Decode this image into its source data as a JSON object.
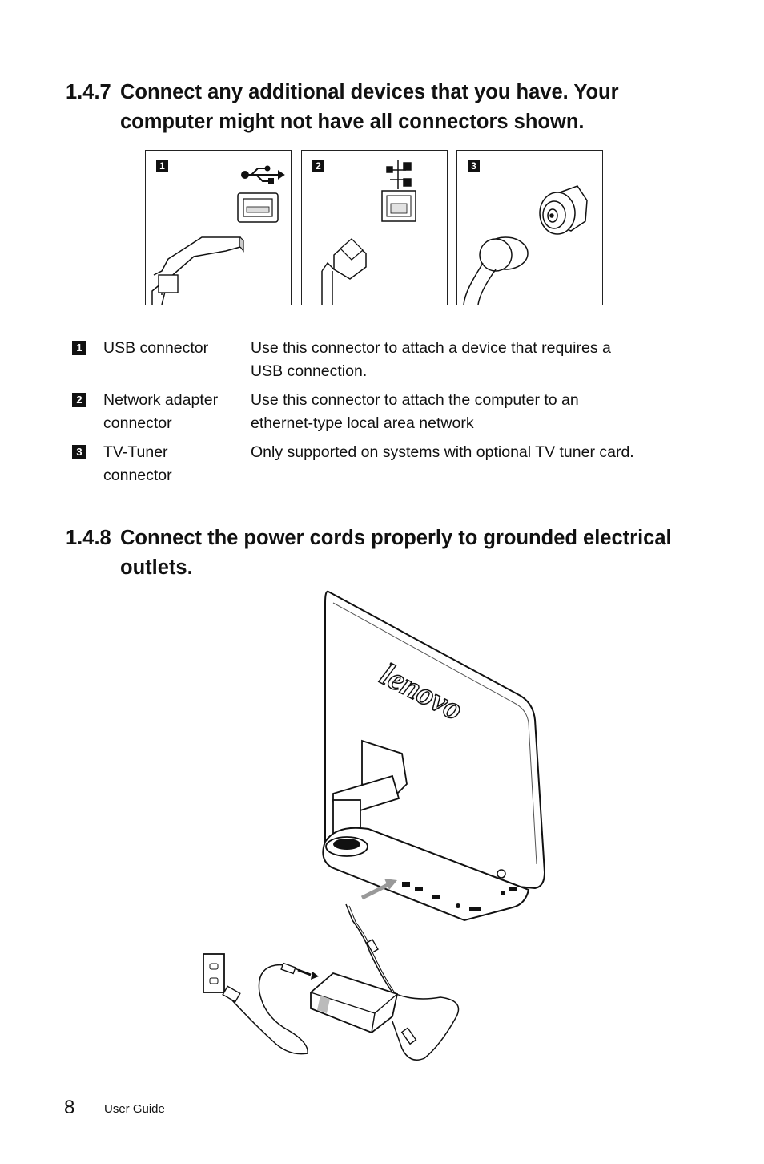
{
  "section1": {
    "number": "1.4.7",
    "title_line1": "Connect any additional devices that you have. Your",
    "title_line2": "computer might not have all connectors shown."
  },
  "panels": [
    {
      "badge": "1",
      "icon": "usb-icon"
    },
    {
      "badge": "2",
      "icon": "network-icon"
    },
    {
      "badge": "3",
      "icon": "coax-icon"
    }
  ],
  "connectors": [
    {
      "badge": "1",
      "term": "USB connector",
      "desc_line1": "Use this connector to attach a device that requires a",
      "desc_line2": "USB connection."
    },
    {
      "badge": "2",
      "term_line1": "Network adapter",
      "term_line2": "connector",
      "desc_line1": "Use this connector to attach the computer to an",
      "desc_line2": "ethernet-type local area network"
    },
    {
      "badge": "3",
      "term_line1": "TV-Tuner",
      "term_line2": "connector",
      "desc": "Only supported on systems with optional TV tuner card."
    }
  ],
  "section2": {
    "number": "1.4.8",
    "title_line1": "Connect the power cords properly to grounded electrical",
    "title_line2": "outlets."
  },
  "figure": {
    "logo": "lenovo"
  },
  "footer": {
    "page": "8",
    "label": "User Guide"
  }
}
